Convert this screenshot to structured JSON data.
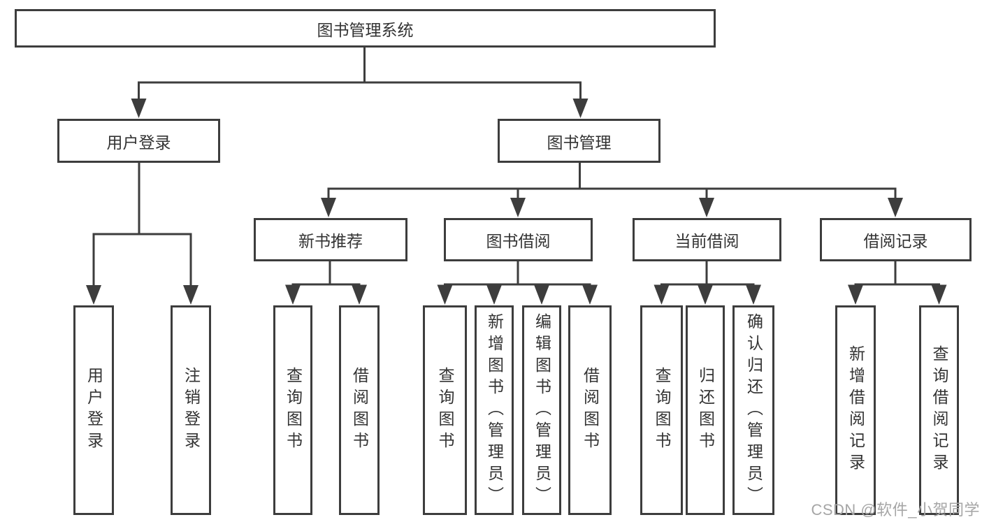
{
  "diagram": {
    "root_label": "图书管理系统",
    "branches": {
      "user_login": {
        "label": "用户登录",
        "items": [
          "用户登录",
          "注销登录"
        ]
      },
      "book_management": {
        "label": "图书管理",
        "sections": {
          "new_book_recommend": {
            "label": "新书推荐",
            "items": [
              "查询图书",
              "借阅图书"
            ]
          },
          "book_borrow": {
            "label": "图书借阅",
            "items": [
              "查询图书",
              "新增图书（管理员）",
              "编辑图书（管理员）",
              "借阅图书"
            ]
          },
          "current_borrow": {
            "label": "当前借阅",
            "items": [
              "查询图书",
              "归还图书",
              "确认归还（管理员）"
            ]
          },
          "borrow_records": {
            "label": "借阅记录",
            "items": [
              "新增借阅记录",
              "查询借阅记录"
            ]
          }
        }
      }
    },
    "colors": {
      "line": "#3d3d3d",
      "text": "#333333",
      "node_background": "#ffffff",
      "watermark_text": "#a6a6a6"
    }
  },
  "watermark": {
    "label": "CSDN @软件_小贺同学"
  }
}
